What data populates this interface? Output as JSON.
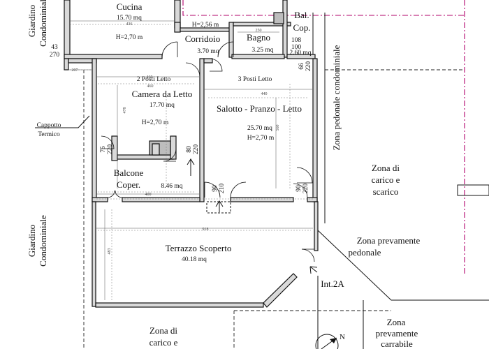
{
  "rooms": {
    "cucina": {
      "name": "Cucina",
      "area": "15.70 mq",
      "height": "H=2,70 m",
      "dim": "436"
    },
    "corridoio": {
      "name": "Corridoio",
      "area": "3.70 mq",
      "height": "H=2,56 m"
    },
    "bagno": {
      "name": "Bagno",
      "area": "3.25 mq",
      "dim": "250"
    },
    "balcone_cop_small": {
      "name_line1": "Bal.",
      "name_line2": "Cop.",
      "dims": [
        "108",
        "100"
      ],
      "area": "2.60 mq"
    },
    "camera": {
      "beds": "2 Posti Letto",
      "name": "Camera da Letto",
      "area": "17.70 mq",
      "height": "H=2,70 m",
      "dim_h": "460",
      "dim_v": "478"
    },
    "salotto": {
      "beds": "3 Posti Letto",
      "name": "Salotto - Pranzo - Letto",
      "area": "25.70 mq",
      "height": "H=2,70 m",
      "dim_h": "440",
      "dim_v": "560"
    },
    "balcone": {
      "name_line1": "Balcone",
      "name_line2": "Coper.",
      "area": "8.46 mq",
      "dim": "400"
    },
    "terrazzo": {
      "name": "Terrazzo Scoperto",
      "area": "40.18 mq",
      "dim_h": "918",
      "dim_v": "483"
    }
  },
  "openings": [
    {
      "w": "66",
      "h": "220"
    },
    {
      "w": "75",
      "h": "220"
    },
    {
      "w": "80",
      "h": "220"
    },
    {
      "w": "90",
      "h": "210"
    },
    {
      "w": "90",
      "h": "220"
    }
  ],
  "dims_misc": {
    "left_43": "43",
    "left_270": "270",
    "top_207": "207",
    "top_460": "460"
  },
  "labels": {
    "giardino_top_1": "Giardino",
    "giardino_top_2": "Condominiale",
    "giardino_bottom_1": "Giardino",
    "giardino_bottom_2": "Condominiale",
    "cappotto_1": "Cappotto",
    "cappotto_2": "Termico",
    "zona_pedonale_condominiale": "Zona pedonale condominiale",
    "carico_right_1": "Zona di",
    "carico_right_2": "carico e",
    "carico_right_3": "scarico",
    "prev_pedonale_1": "Zona prevamente",
    "prev_pedonale_2": "pedonale",
    "int": "Int.2A",
    "carico_bottom_1": "Zona di",
    "carico_bottom_2": "carico e",
    "prev_carrabile_1": "Zona",
    "prev_carrabile_2": "prevamente",
    "prev_carrabile_3": "carrabile",
    "north": "N"
  }
}
